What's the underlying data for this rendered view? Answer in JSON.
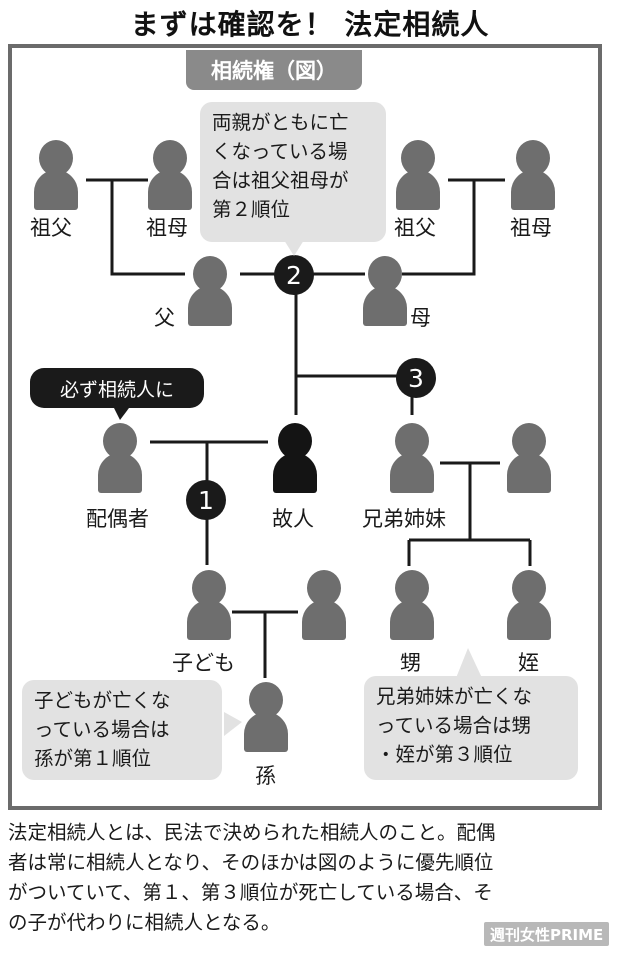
{
  "title": "まずは確認を！ 法定相続人",
  "subtitle": "相続権（図）",
  "labels": {
    "grandfather_left": "祖父",
    "grandmother_left": "祖母",
    "grandfather_right": "祖父",
    "grandmother_right": "祖母",
    "father": "父",
    "mother": "母",
    "spouse": "配偶者",
    "deceased": "故人",
    "siblings": "兄弟姉妹",
    "child": "子ども",
    "grandchild": "孫",
    "nephew": "甥",
    "niece": "姪"
  },
  "badges": {
    "rank1": "1",
    "rank2": "2",
    "rank3": "3"
  },
  "bubbles": {
    "spouse_note": "必ず相続人に",
    "parents_note": [
      "両親がともに亡",
      "くなっている場",
      "合は祖父祖母が",
      "第２順位"
    ],
    "child_note": [
      "子どもが亡くな",
      "っている場合は",
      "孫が第１順位"
    ],
    "sibling_note": [
      "兄弟姉妹が亡くな",
      "っている場合は甥",
      "・姪が第３順位"
    ]
  },
  "caption": [
    "法定相続人とは、民法で決められた相続人のこと。配偶",
    "者は常に相続人となり、そのほかは図のように優先順位",
    "がついていて、第１、第３順位が死亡している場合、そ",
    "の子が代わりに相続人となる。"
  ],
  "watermark": "週刊女性PRIME",
  "colors": {
    "person_gray": "#6e6e6e",
    "person_deceased": "#141414",
    "frame": "#6b6b6b",
    "subtitle_bg": "#8a8a8a",
    "bubble_bg": "#e2e2e2",
    "line": "#1a1a1a"
  }
}
